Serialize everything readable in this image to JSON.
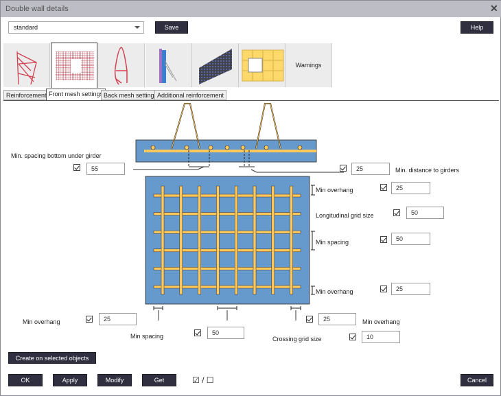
{
  "window": {
    "title": "Double wall details",
    "close_icon": "close-icon"
  },
  "toolbar": {
    "preset": "standard",
    "save": "Save",
    "help": "Help"
  },
  "icon_tabs": [
    {
      "name": "girder-icon"
    },
    {
      "name": "front-mesh-icon",
      "selected": true
    },
    {
      "name": "stirrup-icon"
    },
    {
      "name": "back-mesh-icon"
    },
    {
      "name": "wall-panel-icon"
    },
    {
      "name": "opening-icon"
    },
    {
      "label": "Warnings"
    }
  ],
  "tabs": [
    "Reinforcement",
    "Front mesh settings",
    "Back mesh settings",
    "Additional reinforcement"
  ],
  "selected_tab": "Front mesh settings",
  "fields": {
    "spacing_under_girder": {
      "label": "Min. spacing bottom under girder",
      "value": "55",
      "checked": true
    },
    "distance_to_girders": {
      "label": "Min. distance to girders",
      "value": "25",
      "checked": true
    },
    "top_overhang": {
      "label": "Min overhang",
      "value": "25",
      "checked": true
    },
    "long_grid": {
      "label": "Longitudinal grid size",
      "value": "50",
      "checked": true
    },
    "long_spacing": {
      "label": "Min spacing",
      "value": "50",
      "checked": true
    },
    "bottom_overhang": {
      "label": "Min overhang",
      "value": "25",
      "checked": true
    },
    "left_overhang": {
      "label": "Min overhang",
      "value": "25",
      "checked": true
    },
    "cross_spacing": {
      "label": "Min spacing",
      "value": "50",
      "checked": true
    },
    "right_overhang": {
      "label": "Min overhang",
      "value": "25",
      "checked": true
    },
    "cross_grid": {
      "label": "Crossing grid size",
      "value": "10",
      "checked": true
    }
  },
  "buttons": {
    "create": "Create on selected objects",
    "ok": "OK",
    "apply": "Apply",
    "modify": "Modify",
    "get": "Get",
    "toggle": "☑ / ☐",
    "cancel": "Cancel"
  },
  "colors": {
    "concrete": "#6699cc",
    "rebar": "#ffc85a",
    "button": "#2f2f40"
  }
}
